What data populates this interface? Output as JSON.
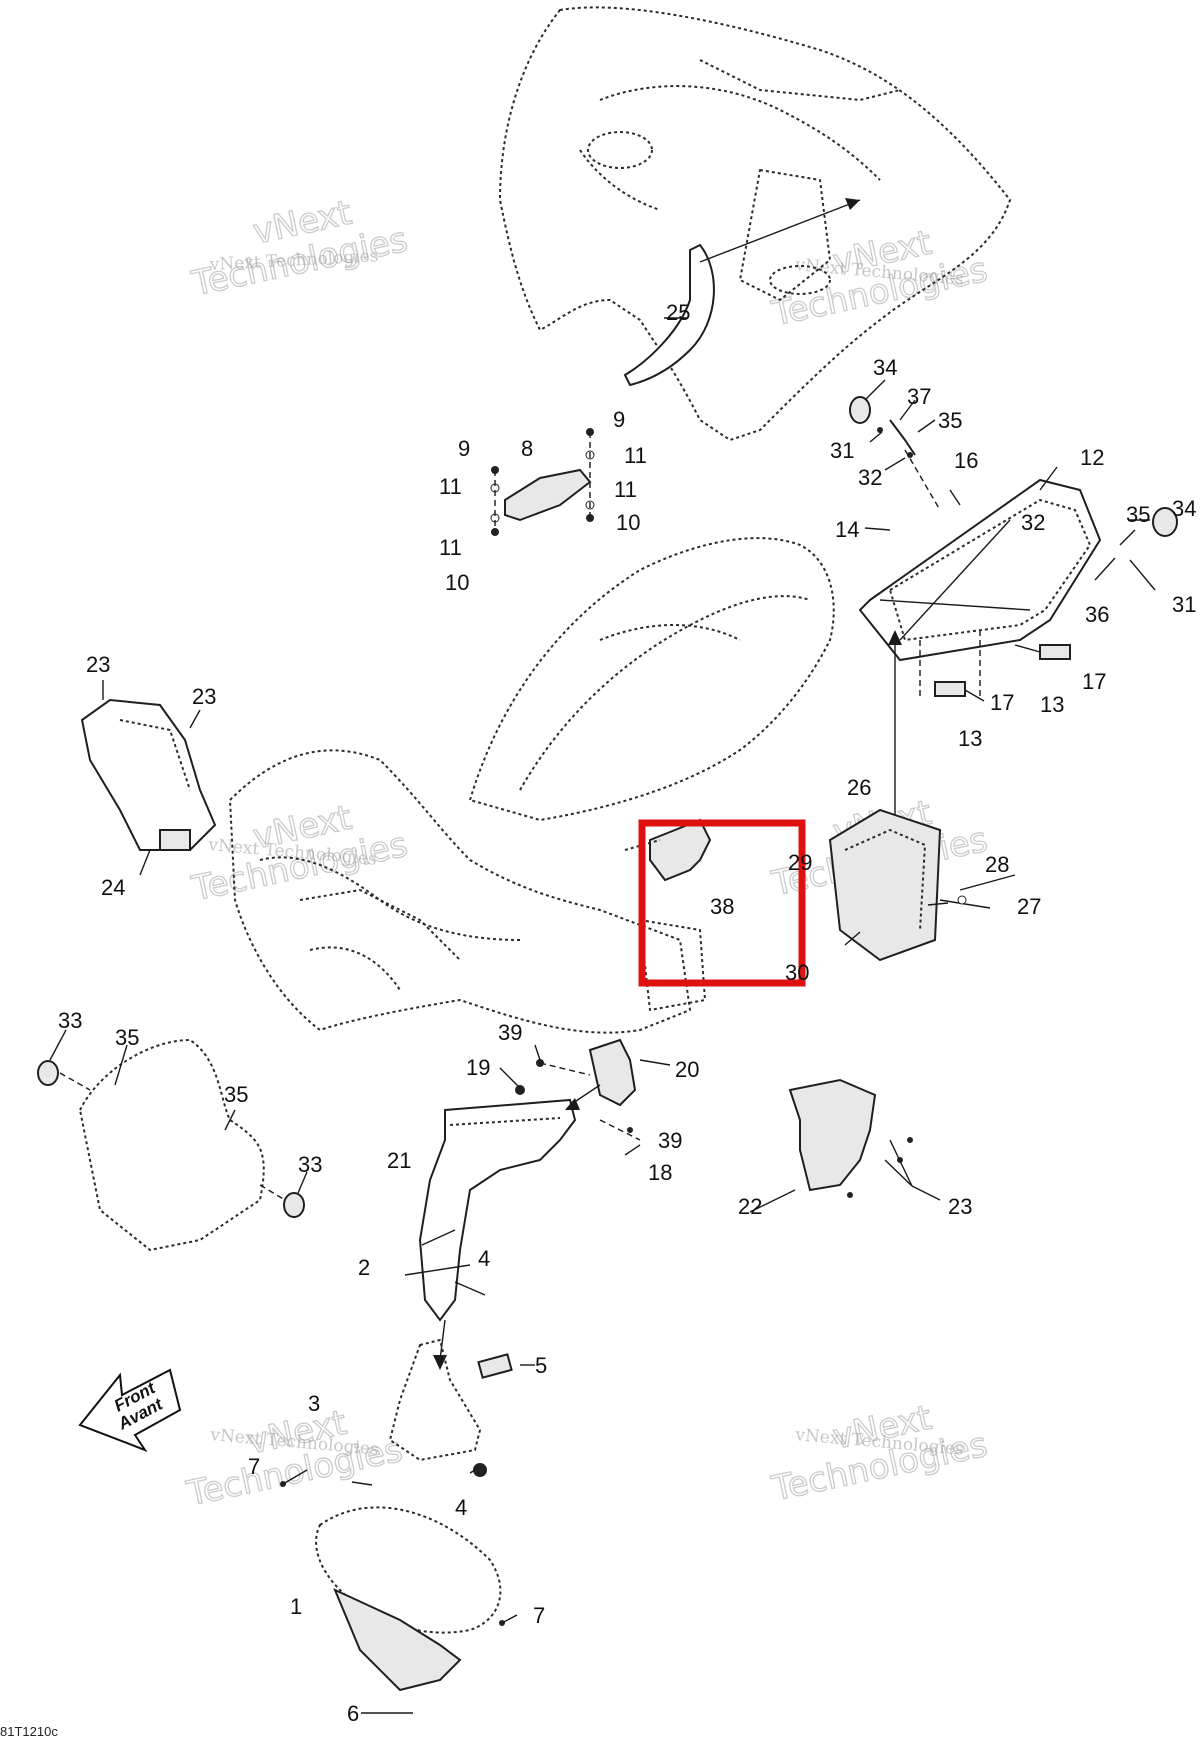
{
  "diagram": {
    "drawing_code": "81T1210c",
    "direction_arrow": {
      "line1": "Front",
      "line2": "Avant"
    },
    "watermark": {
      "small": "vNext Technologies",
      "big_line1": "vNext",
      "big_line2": "Technologies"
    },
    "callouts": {
      "c1": "1",
      "c2": "2",
      "c3": "3",
      "c4a": "4",
      "c4b": "4",
      "c5": "5",
      "c6": "6",
      "c7a": "7",
      "c7b": "7",
      "c8": "8",
      "c9a": "9",
      "c9b": "9",
      "c10a": "10",
      "c10b": "10",
      "c11a": "11",
      "c11b": "11",
      "c11c": "11",
      "c11d": "11",
      "c12": "12",
      "c13a": "13",
      "c13b": "13",
      "c14": "14",
      "c16": "16",
      "c17a": "17",
      "c17b": "17",
      "c18": "18",
      "c19": "19",
      "c20": "20",
      "c21": "21",
      "c22": "22",
      "c23a": "23",
      "c23b": "23",
      "c23c": "23",
      "c24": "24",
      "c25": "25",
      "c26": "26",
      "c27": "27",
      "c28": "28",
      "c29": "29",
      "c30": "30",
      "c31a": "31",
      "c31b": "31",
      "c32a": "32",
      "c32b": "32",
      "c33a": "33",
      "c33b": "33",
      "c34a": "34",
      "c34b": "34",
      "c35a": "35",
      "c35b": "35",
      "c35c": "35",
      "c35d": "35",
      "c36": "36",
      "c37": "37",
      "c38": "38",
      "c39a": "39",
      "c39b": "39"
    },
    "highlight": {
      "part": "38",
      "color": "#e01010"
    }
  }
}
